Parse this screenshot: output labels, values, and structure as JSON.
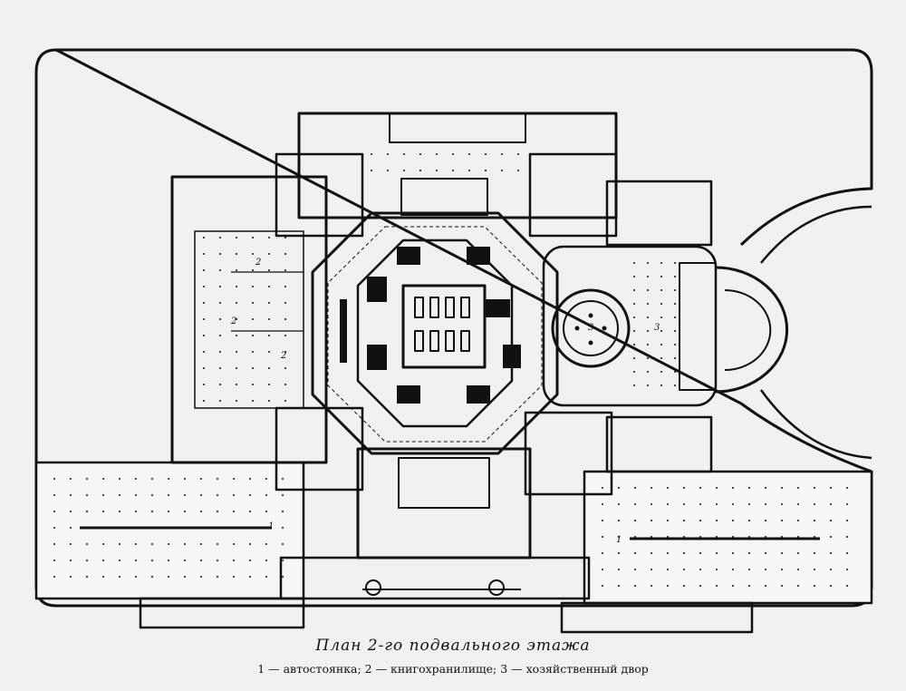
{
  "caption": {
    "title": "План 2-го подвального этажа",
    "legend": "1 — автостоянка;  2 — книгохранилище;  3 — хозяйственный двор"
  },
  "plan_labels": {
    "parking": "1",
    "book_storage": "2",
    "service_yard": "3"
  }
}
